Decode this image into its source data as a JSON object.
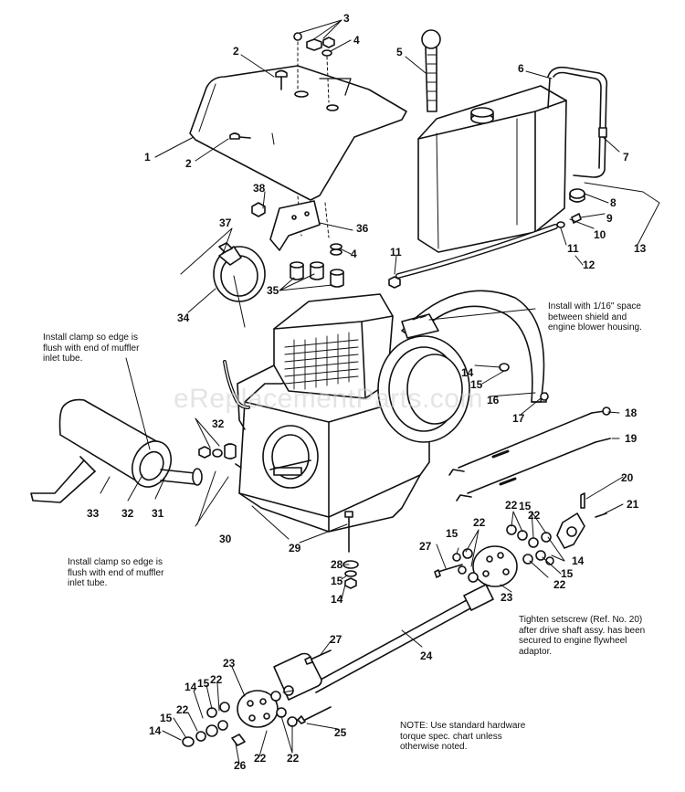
{
  "watermark": "eReplacementParts.com",
  "notes": {
    "clamp_top": [
      "Install clamp so edge is",
      "flush with end of muffler",
      "inlet tube."
    ],
    "clamp_bottom": [
      "Install clamp so edge is",
      "flush with end of muffler",
      "inlet tube."
    ],
    "shield": [
      "Install with 1/16\" space",
      "between shield and",
      "engine blower housing."
    ],
    "setscrew": [
      "Tighten setscrew (Ref. No. 20)",
      "after drive shaft assy. has been",
      "secured to engine flywheel",
      "adaptor."
    ],
    "torque": [
      "NOTE: Use standard hardware",
      "torque spec. chart unless",
      "otherwise noted."
    ]
  },
  "callouts": [
    {
      "id": "c1",
      "text": "1"
    },
    {
      "id": "c2a",
      "text": "2"
    },
    {
      "id": "c2b",
      "text": "2"
    },
    {
      "id": "c3",
      "text": "3"
    },
    {
      "id": "c4a",
      "text": "4"
    },
    {
      "id": "c4b",
      "text": "4"
    },
    {
      "id": "c5",
      "text": "5"
    },
    {
      "id": "c6",
      "text": "6"
    },
    {
      "id": "c7",
      "text": "7"
    },
    {
      "id": "c8",
      "text": "8"
    },
    {
      "id": "c9",
      "text": "9"
    },
    {
      "id": "c10",
      "text": "10"
    },
    {
      "id": "c11a",
      "text": "11"
    },
    {
      "id": "c11b",
      "text": "11"
    },
    {
      "id": "c12",
      "text": "12"
    },
    {
      "id": "c13",
      "text": "13"
    },
    {
      "id": "c14a",
      "text": "14"
    },
    {
      "id": "c14b",
      "text": "14"
    },
    {
      "id": "c14c",
      "text": "14"
    },
    {
      "id": "c14d",
      "text": "14"
    },
    {
      "id": "c14e",
      "text": "14"
    },
    {
      "id": "c15a",
      "text": "15"
    },
    {
      "id": "c15b",
      "text": "15"
    },
    {
      "id": "c15c",
      "text": "15"
    },
    {
      "id": "c15d",
      "text": "15"
    },
    {
      "id": "c15e",
      "text": "15"
    },
    {
      "id": "c15f",
      "text": "15"
    },
    {
      "id": "c15g",
      "text": "15"
    },
    {
      "id": "c16",
      "text": "16"
    },
    {
      "id": "c17",
      "text": "17"
    },
    {
      "id": "c18",
      "text": "18"
    },
    {
      "id": "c19",
      "text": "19"
    },
    {
      "id": "c20",
      "text": "20"
    },
    {
      "id": "c21",
      "text": "21"
    },
    {
      "id": "c22a",
      "text": "22"
    },
    {
      "id": "c22b",
      "text": "22"
    },
    {
      "id": "c22c",
      "text": "22"
    },
    {
      "id": "c22d",
      "text": "22"
    },
    {
      "id": "c22e",
      "text": "22"
    },
    {
      "id": "c22f",
      "text": "22"
    },
    {
      "id": "c22g",
      "text": "22"
    },
    {
      "id": "c22h",
      "text": "22"
    },
    {
      "id": "c23a",
      "text": "23"
    },
    {
      "id": "c23b",
      "text": "23"
    },
    {
      "id": "c24",
      "text": "24"
    },
    {
      "id": "c25",
      "text": "25"
    },
    {
      "id": "c26",
      "text": "26"
    },
    {
      "id": "c27a",
      "text": "27"
    },
    {
      "id": "c27b",
      "text": "27"
    },
    {
      "id": "c28",
      "text": "28"
    },
    {
      "id": "c29",
      "text": "29"
    },
    {
      "id": "c30",
      "text": "30"
    },
    {
      "id": "c31",
      "text": "31"
    },
    {
      "id": "c32a",
      "text": "32"
    },
    {
      "id": "c32b",
      "text": "32"
    },
    {
      "id": "c33",
      "text": "33"
    },
    {
      "id": "c34",
      "text": "34"
    },
    {
      "id": "c35",
      "text": "35"
    },
    {
      "id": "c36",
      "text": "36"
    },
    {
      "id": "c37",
      "text": "37"
    },
    {
      "id": "c38",
      "text": "38"
    }
  ]
}
